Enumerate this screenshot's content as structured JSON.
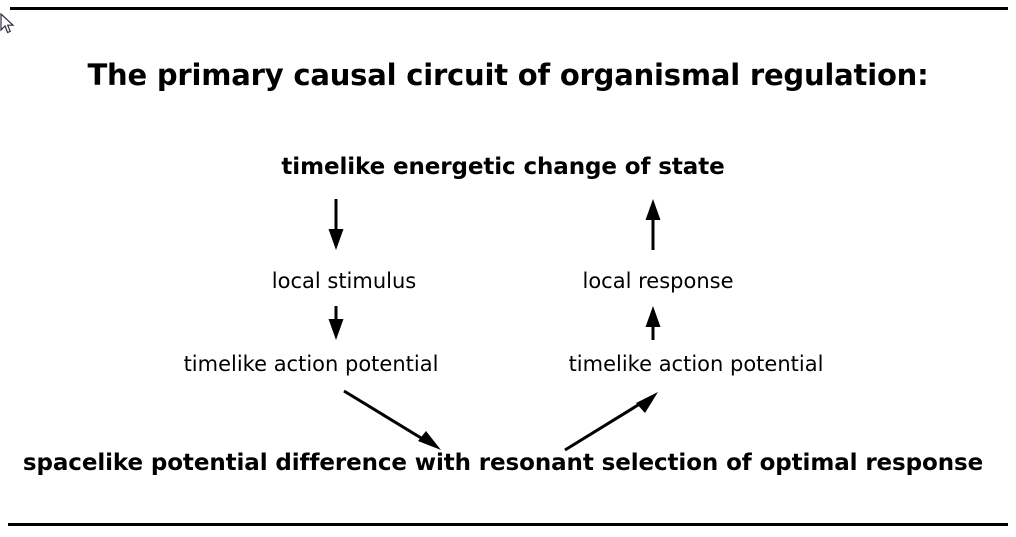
{
  "slide": {
    "title": "The primary causal circuit of organismal regulation:",
    "background_color": "#ffffff",
    "ink_color": "#000000"
  },
  "diagram": {
    "type": "causal-circuit-flow",
    "nodes": {
      "top": "timelike energetic change of state",
      "left_stimulus": "local stimulus",
      "right_response": "local response",
      "left_action_potential": "timelike action potential",
      "right_action_potential": "timelike action potential",
      "bottom": "spacelike potential difference with resonant selection of optimal response"
    },
    "edges": [
      {
        "name": "top-to-local-stimulus",
        "direction": "down"
      },
      {
        "name": "local-stimulus-to-timelike-action-potential",
        "direction": "down"
      },
      {
        "name": "left-action-potential-to-spacelike-potential-difference",
        "direction": "down-right"
      },
      {
        "name": "spacelike-potential-difference-to-right-action-potential",
        "direction": "up-right"
      },
      {
        "name": "right-action-potential-to-local-response",
        "direction": "up"
      },
      {
        "name": "local-response-to-top",
        "direction": "up"
      }
    ]
  },
  "cursor": {
    "icon": "mouse-pointer-icon"
  }
}
